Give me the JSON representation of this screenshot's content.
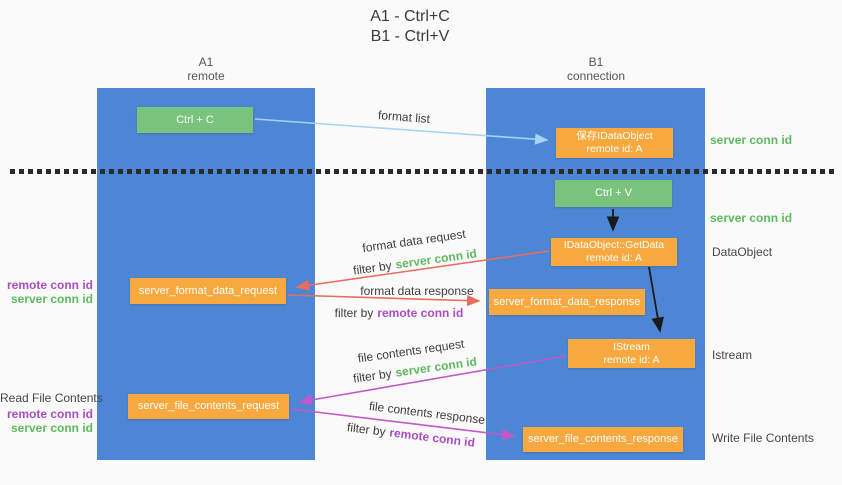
{
  "title": {
    "line1": "A1 - Ctrl+C",
    "line2": "B1 - Ctrl+V"
  },
  "columns": {
    "left": {
      "name": "A1",
      "subtitle": "remote"
    },
    "right": {
      "name": "B1",
      "subtitle": "connection"
    }
  },
  "nodes": {
    "ctrl_c": {
      "label": "Ctrl + C"
    },
    "save_idataobject": {
      "line1": "保存IDataObject",
      "line2": "remote id: A"
    },
    "ctrl_v": {
      "label": "Ctrl + V"
    },
    "getdata": {
      "line1": "IDataObject::GetData",
      "line2": "remote id: A"
    },
    "format_request": {
      "label": "server_format_data_request"
    },
    "format_response": {
      "label": "server_format_data_response"
    },
    "istream": {
      "line1": "IStream",
      "line2": "remote id: A"
    },
    "file_request": {
      "label": "server_file_contents_request"
    },
    "file_response": {
      "label": "server_file_contents_response"
    }
  },
  "flow_labels": {
    "format_list": "format list",
    "format_data_request": "format data request",
    "filter_server_1": {
      "prefix": "filter by",
      "value": "server conn id"
    },
    "format_data_response": "format data response",
    "filter_remote_1": {
      "prefix": "filter by",
      "value": "remote conn id"
    },
    "file_contents_request": "file contents request",
    "filter_server_2": {
      "prefix": "filter by",
      "value": "server conn id"
    },
    "file_contents_response": "file contents response",
    "filter_remote_2": {
      "prefix": "filter by",
      "value": "remote conn id"
    }
  },
  "side_labels": {
    "right_server_1": "server conn id",
    "right_server_2": "server conn id",
    "data_object": "DataObject",
    "istream": "Istream",
    "write_file": "Write File Contents",
    "left_top_remote": "remote conn id",
    "left_top_server": "server conn id",
    "read_file": "Read File Contents",
    "left_bottom_remote": "remote conn id",
    "left_bottom_server": "server conn id"
  },
  "colors": {
    "lifeline_blue": "#4d86d4",
    "box_green": "#79c37d",
    "box_orange": "#f7a83e",
    "arrow_salmon": "#e96c5f",
    "arrow_magenta": "#c358c9",
    "arrow_lightblue": "#a5d3f3",
    "arrow_black": "#1a1a1a",
    "text_green": "#5eb95e",
    "text_purple": "#a94ec0"
  }
}
